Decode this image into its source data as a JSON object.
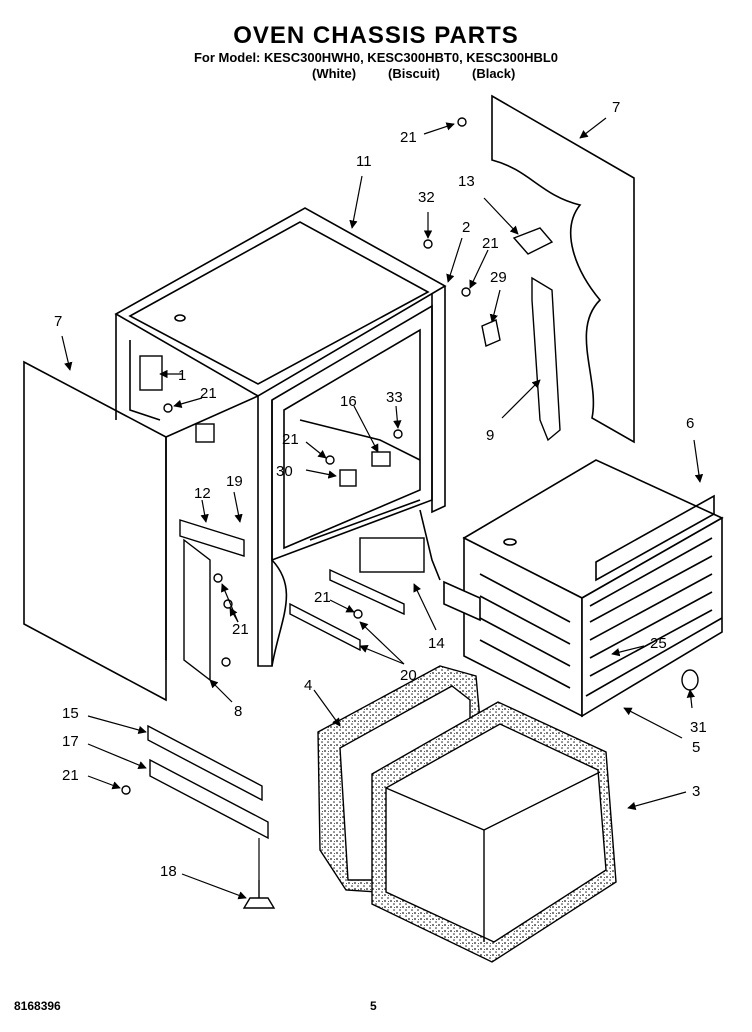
{
  "header": {
    "title": "OVEN CHASSIS PARTS",
    "model_line": "For Model: KESC300HWH0, KESC300HBT0, KESC300HBL0",
    "variants": [
      "(White)",
      "(Biscuit)",
      "(Black)"
    ]
  },
  "callouts": [
    "7",
    "21",
    "13",
    "11",
    "32",
    "2",
    "21",
    "29",
    "7",
    "1",
    "21",
    "16",
    "33",
    "9",
    "21",
    "30",
    "6",
    "19",
    "12",
    "21",
    "21",
    "14",
    "25",
    "20",
    "8",
    "4",
    "31",
    "15",
    "5",
    "17",
    "3",
    "21",
    "18"
  ],
  "footer": {
    "doc_number": "8168396",
    "page_number": "5"
  }
}
